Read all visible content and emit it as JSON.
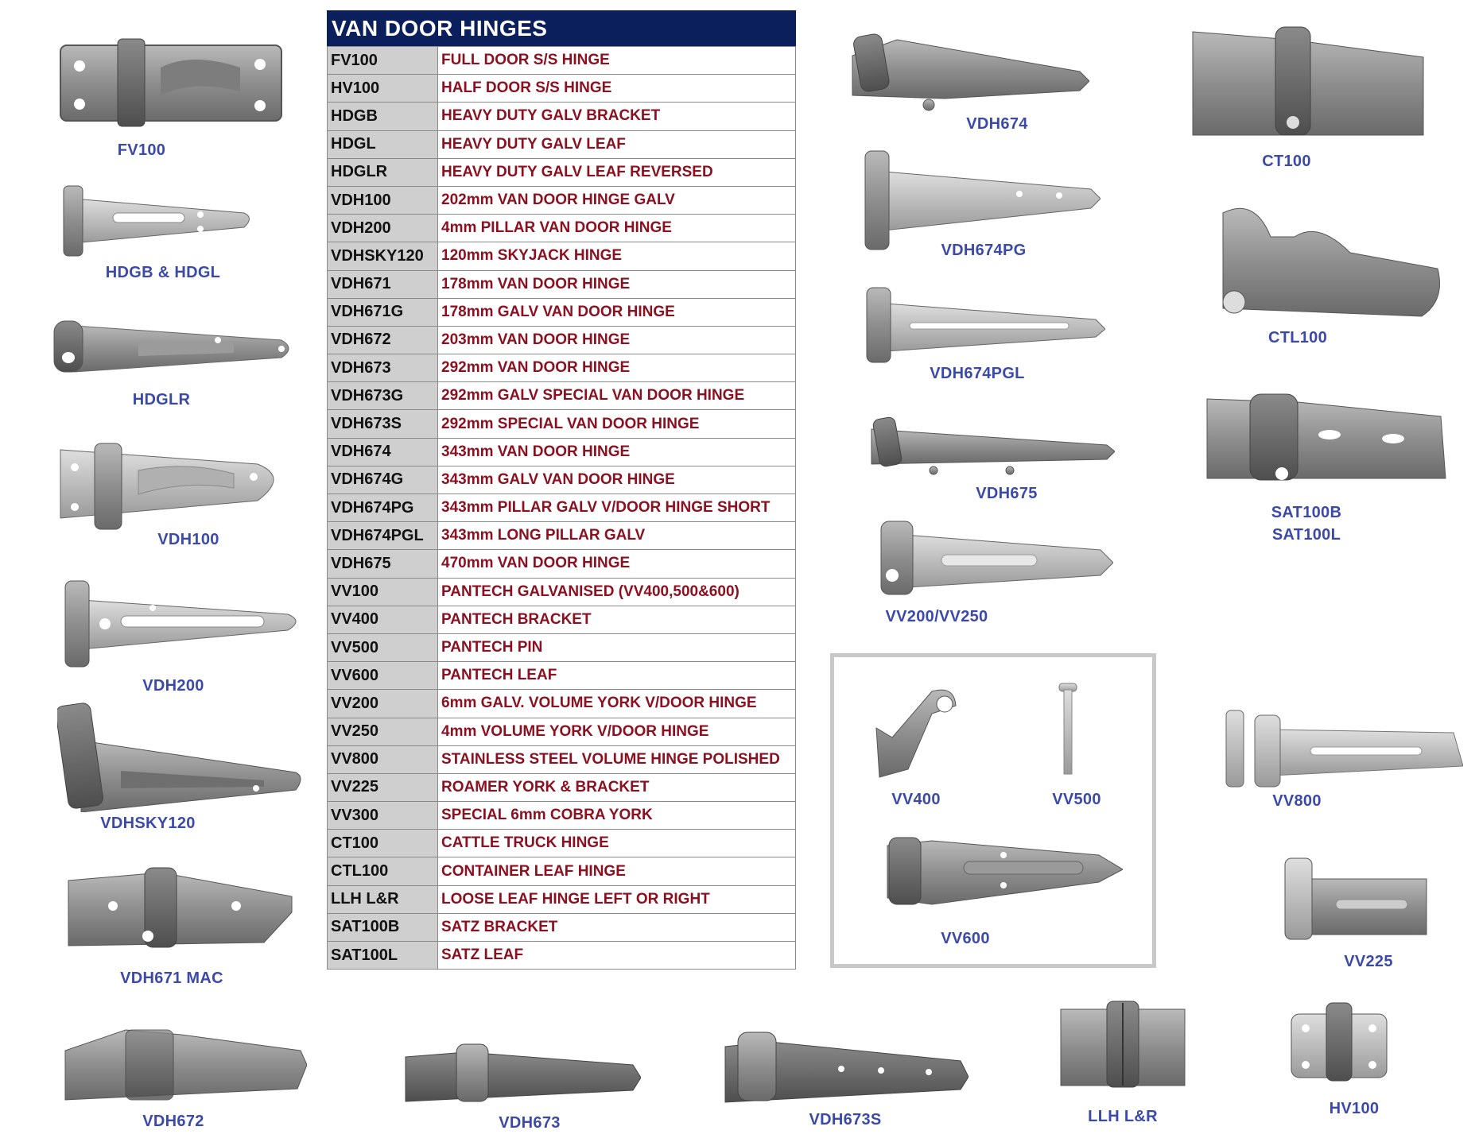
{
  "table": {
    "title": "VAN DOOR HINGES",
    "rows": [
      {
        "code": "FV100",
        "desc": "FULL DOOR S/S HINGE"
      },
      {
        "code": "HV100",
        "desc": "HALF DOOR S/S HINGE"
      },
      {
        "code": "HDGB",
        "desc": "HEAVY DUTY GALV BRACKET"
      },
      {
        "code": "HDGL",
        "desc": "HEAVY DUTY GALV LEAF"
      },
      {
        "code": "HDGLR",
        "desc": "HEAVY DUTY GALV LEAF REVERSED"
      },
      {
        "code": "VDH100",
        "desc": "202mm VAN DOOR HINGE GALV"
      },
      {
        "code": "VDH200",
        "desc": "4mm PILLAR VAN DOOR HINGE"
      },
      {
        "code": "VDHSKY120",
        "desc": "120mm SKYJACK HINGE"
      },
      {
        "code": "VDH671",
        "desc": "178mm VAN DOOR HINGE"
      },
      {
        "code": "VDH671G",
        "desc": "178mm GALV VAN DOOR HINGE"
      },
      {
        "code": "VDH672",
        "desc": "203mm VAN DOOR HINGE"
      },
      {
        "code": "VDH673",
        "desc": "292mm VAN DOOR HINGE"
      },
      {
        "code": "VDH673G",
        "desc": "292mm GALV SPECIAL VAN DOOR HINGE"
      },
      {
        "code": "VDH673S",
        "desc": "292mm SPECIAL VAN DOOR HINGE"
      },
      {
        "code": "VDH674",
        "desc": "343mm VAN DOOR HINGE"
      },
      {
        "code": "VDH674G",
        "desc": "343mm GALV VAN DOOR HINGE"
      },
      {
        "code": "VDH674PG",
        "desc": "343mm PILLAR GALV V/DOOR HINGE SHORT"
      },
      {
        "code": "VDH674PGL",
        "desc": "343mm LONG PILLAR GALV"
      },
      {
        "code": "VDH675",
        "desc": "470mm VAN DOOR HINGE"
      },
      {
        "code": "VV100",
        "desc": "PANTECH GALVANISED (VV400,500&600)"
      },
      {
        "code": "VV400",
        "desc": "PANTECH BRACKET"
      },
      {
        "code": "VV500",
        "desc": "PANTECH PIN"
      },
      {
        "code": "VV600",
        "desc": "PANTECH LEAF"
      },
      {
        "code": "VV200",
        "desc": "6mm GALV. VOLUME YORK V/DOOR HINGE"
      },
      {
        "code": "VV250",
        "desc": "4mm VOLUME YORK V/DOOR HINGE"
      },
      {
        "code": "VV800",
        "desc": "STAINLESS STEEL VOLUME HINGE POLISHED"
      },
      {
        "code": "VV225",
        "desc": "ROAMER YORK & BRACKET"
      },
      {
        "code": "VV300",
        "desc": "SPECIAL 6mm COBRA YORK"
      },
      {
        "code": "CT100",
        "desc": "CATTLE TRUCK HINGE"
      },
      {
        "code": "CTL100",
        "desc": "CONTAINER LEAF HINGE"
      },
      {
        "code": "LLH L&R",
        "desc": "LOOSE LEAF HINGE LEFT OR RIGHT"
      },
      {
        "code": "SAT100B",
        "desc": "SATZ BRACKET"
      },
      {
        "code": "SAT100L",
        "desc": "SATZ LEAF"
      }
    ]
  },
  "captions": {
    "fv100": "FV100",
    "hdgb_hdgl": "HDGB & HDGL",
    "hdglr": "HDGLR",
    "vdh100": "VDH100",
    "vdh200": "VDH200",
    "vdhsky120": "VDHSKY120",
    "vdh671mac": "VDH671 MAC",
    "vdh672": "VDH672",
    "vdh673": "VDH673",
    "vdh673s": "VDH673S",
    "llh": "LLH L&R",
    "hv100": "HV100",
    "vdh674": "VDH674",
    "vdh674pg": "VDH674PG",
    "vdh674pgl": "VDH674PGL",
    "vdh675": "VDH675",
    "vv200_250": "VV200/VV250",
    "ct100": "CT100",
    "ctl100": "CTL100",
    "sat100b": "SAT100B",
    "sat100l": "SAT100L",
    "vv400": "VV400",
    "vv500": "VV500",
    "vv600": "VV600",
    "vv800": "VV800",
    "vv225": "VV225"
  }
}
